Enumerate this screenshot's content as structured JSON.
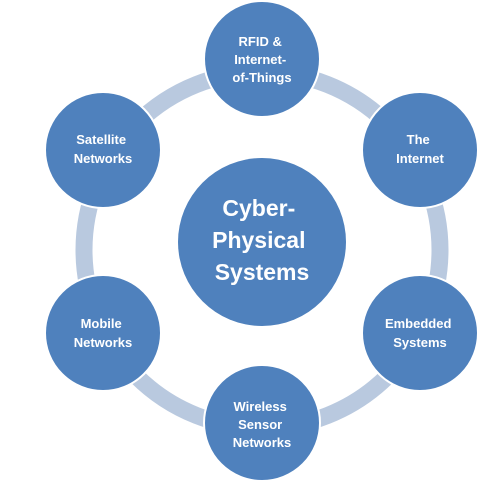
{
  "colors": {
    "node_fill": "#4f81bd",
    "node_stroke": "#ffffff",
    "ring": "#b9c9df",
    "text": "#ffffff"
  },
  "center": {
    "lines": [
      "Cyber-",
      "Physical",
      "Systems"
    ]
  },
  "nodes": [
    {
      "id": "rfid-iot",
      "lines": [
        "RFID &",
        "Internet-",
        "of-Things"
      ]
    },
    {
      "id": "the-internet",
      "lines": [
        "The",
        "Internet"
      ]
    },
    {
      "id": "embedded-systems",
      "lines": [
        "Embedded",
        "Systems"
      ]
    },
    {
      "id": "wireless-sensor-networks",
      "lines": [
        "Wireless",
        "Sensor",
        "Networks"
      ]
    },
    {
      "id": "mobile-networks",
      "lines": [
        "Mobile",
        "Networks"
      ]
    },
    {
      "id": "satellite-networks",
      "lines": [
        "Satellite",
        "Networks"
      ]
    }
  ]
}
